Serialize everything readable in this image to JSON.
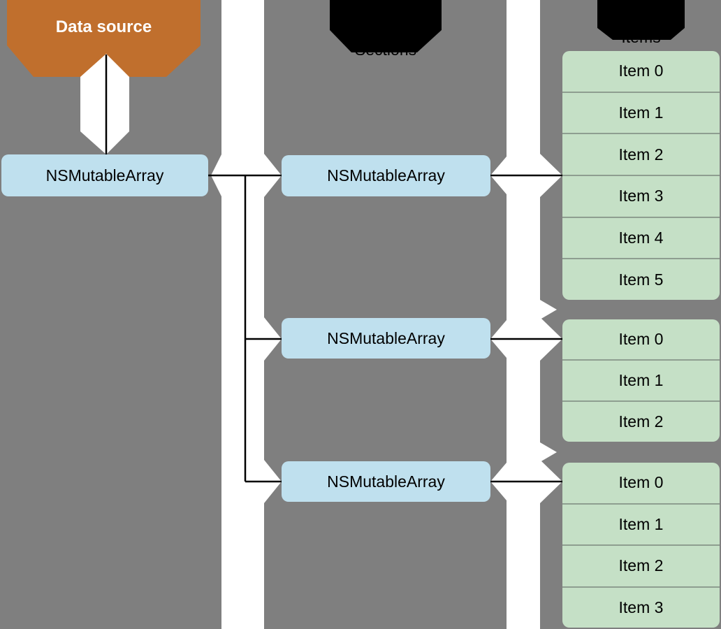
{
  "header": {
    "data_source": "Data source",
    "sections": "Sections",
    "items": "Items"
  },
  "master_array": {
    "label": "NSMutableArray"
  },
  "section_arrays": [
    {
      "label": "NSMutableArray"
    },
    {
      "label": "NSMutableArray"
    },
    {
      "label": "NSMutableArray"
    }
  ],
  "item_groups": [
    {
      "items": [
        "Item 0",
        "Item 1",
        "Item 2",
        "Item 3",
        "Item 4",
        "Item 5"
      ]
    },
    {
      "items": [
        "Item 0",
        "Item 1",
        "Item 2"
      ]
    },
    {
      "items": [
        "Item 0",
        "Item 1",
        "Item 2",
        "Item 3"
      ]
    }
  ],
  "colors": {
    "background": "#7F7F7F",
    "data_source_fill": "#C06F2D",
    "header_tab_fill": "#000000",
    "array_fill": "#BFE0EE",
    "item_fill": "#C5E0C6",
    "separator": "#8E9E90",
    "band": "#FFFFFF",
    "connector": "#000000"
  }
}
